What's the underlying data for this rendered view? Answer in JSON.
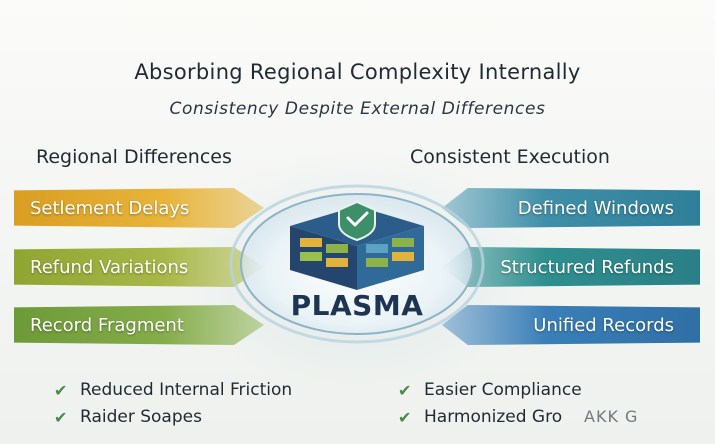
{
  "title": "Absorbing Regional Complexity Internally",
  "subtitle": "Consistency Despite External Differences",
  "left_column": {
    "heading": "Regional Differences",
    "items": [
      "Setlement Delays",
      "Refund Variations",
      "Record Fragment"
    ]
  },
  "right_column": {
    "heading": "Consistent Execution",
    "items": [
      "Defined Windows",
      "Structured Refunds",
      "Unified Records"
    ]
  },
  "hub": {
    "label": "PLASMA",
    "icon": "shield-check-cube-icon"
  },
  "benefits": [
    "Reduced Internal Friction",
    "Raider Soapes",
    "Easier Compliance",
    "Harmonized Gro"
  ],
  "watermark": "AKK G",
  "colors": {
    "left_band_1": "#e2aa2e",
    "left_band_2": "#9fb23f",
    "left_band_3": "#78a540",
    "right_band_1": "#3a8aa4",
    "right_band_2": "#2d8a8a",
    "right_band_3": "#3677b0",
    "hub_text": "#1d3552"
  }
}
